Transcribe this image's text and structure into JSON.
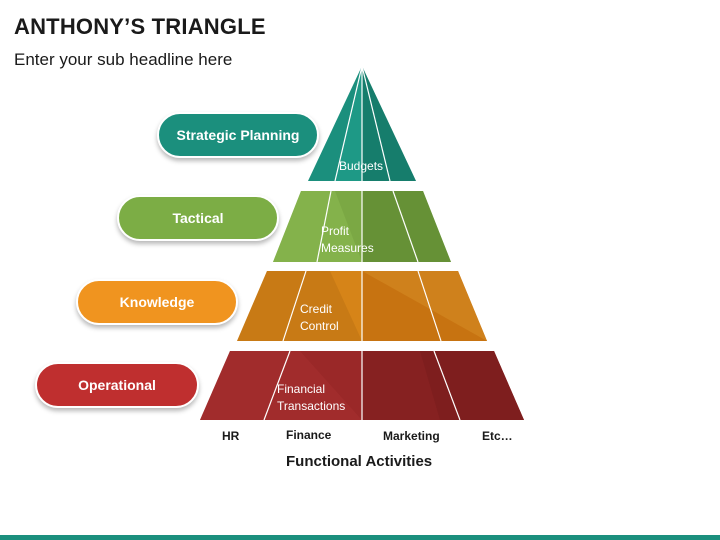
{
  "header": {
    "title": "ANTHONY’S TRIANGLE",
    "subtitle": "Enter your sub headline here"
  },
  "levels": [
    {
      "label": "Strategic Planning",
      "color": "#1b8f7d"
    },
    {
      "label": "Tactical",
      "color": "#7cad45"
    },
    {
      "label": "Knowledge",
      "color": "#f0941f"
    },
    {
      "label": "Operational",
      "color": "#bf2f2f"
    }
  ],
  "tiers": {
    "budgets": "Budgets",
    "profit": [
      "Profit",
      "Measures"
    ],
    "credit": [
      "Credit",
      "Control"
    ],
    "financial": [
      "Financial",
      "Transactions"
    ]
  },
  "tier_colors": {
    "top": "#1b8f7d",
    "second": "#6f9a3c",
    "third": "#c97a12",
    "bottom": "#8e2222"
  },
  "functional_activities": [
    "HR",
    "Finance",
    "Marketing",
    "Etc…"
  ],
  "axis_title": "Functional Activities"
}
